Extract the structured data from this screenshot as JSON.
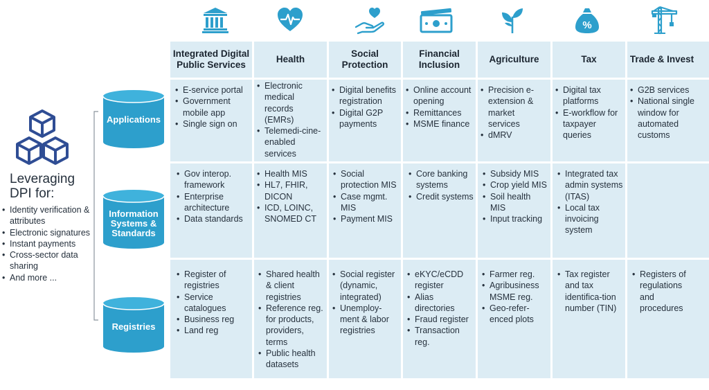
{
  "colors": {
    "accent": "#2d9fcc",
    "panel": "#dcecf4",
    "cube": "#2f4d94"
  },
  "leveraging": {
    "title": "Leveraging DPI for:",
    "items": [
      "Identity verification & attributes",
      "Electronic signatures",
      "Instant payments",
      "Cross-sector data sharing",
      "And more ..."
    ]
  },
  "layers": {
    "applications": {
      "label": "Applications"
    },
    "info_systems": {
      "label": "Information Systems & Standards"
    },
    "registries": {
      "label": "Registries"
    }
  },
  "icons": [
    "bank-icon",
    "heart-pulse-icon",
    "hand-heart-icon",
    "banknote-icon",
    "plant-icon",
    "money-bag-icon",
    "crane-icon"
  ],
  "columns": [
    {
      "header": "Integrated Digital Public Services",
      "applications": [
        "E-service portal",
        "Government mobile app",
        "Single sign on"
      ],
      "info_systems": [
        "Gov interop. framework",
        "Enterprise architecture",
        "Data standards"
      ],
      "registries": [
        "Register of registries",
        "Service catalogues",
        "Business reg",
        "Land reg"
      ]
    },
    {
      "header": "Health",
      "applications": [
        "Electronic medical records (EMRs)",
        "Telemedi-cine-enabled services"
      ],
      "info_systems": [
        "Health MIS",
        "HL7, FHIR, DICON",
        "ICD, LOINC, SNOMED CT"
      ],
      "registries": [
        "Shared health & client registries",
        "Reference reg. for products, providers, terms",
        "Public health datasets"
      ]
    },
    {
      "header": "Social Protection",
      "applications": [
        "Digital benefits registration",
        "Digital G2P payments"
      ],
      "info_systems": [
        "Social protection MIS",
        "Case mgmt. MIS",
        "Payment MIS"
      ],
      "registries": [
        "Social register (dynamic, integrated)",
        "Unemploy-ment & labor registries"
      ]
    },
    {
      "header": "Financial Inclusion",
      "applications": [
        "Online account opening",
        "Remittances",
        "MSME finance"
      ],
      "info_systems": [
        "Core banking systems",
        "Credit systems"
      ],
      "registries": [
        "eKYC/eCDD register",
        "Alias directories",
        "Fraud register",
        "Transaction reg."
      ]
    },
    {
      "header": "Agriculture",
      "applications": [
        "Precision e-extension & market services",
        "dMRV"
      ],
      "info_systems": [
        "Subsidy MIS",
        "Crop yield MIS",
        "Soil health MIS",
        "Input tracking"
      ],
      "registries": [
        "Farmer reg.",
        "Agribusiness MSME reg.",
        "Geo-refer-enced plots"
      ]
    },
    {
      "header": "Tax",
      "applications": [
        "Digital tax platforms",
        "E-workflow for taxpayer queries"
      ],
      "info_systems": [
        "Integrated tax admin systems (ITAS)",
        "Local tax invoicing system"
      ],
      "registries": [
        "Tax register and tax identifica-tion number (TIN)"
      ]
    },
    {
      "header": "Trade & Invest",
      "applications": [
        "G2B services",
        "National single window for automated customs"
      ],
      "info_systems": [],
      "registries": [
        "Registers of regulations and procedures"
      ]
    }
  ]
}
